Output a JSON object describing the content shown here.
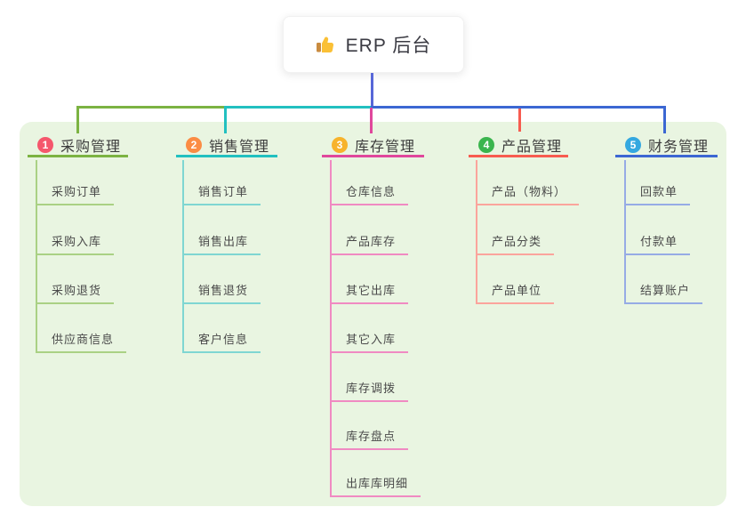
{
  "root": {
    "label": "ERP 后台",
    "icon": "thumbs-up"
  },
  "colors": {
    "canvas": "#ffffff",
    "panel": "#e9f5e1",
    "trunk": "#5767d8",
    "text": "#3c3c3c"
  },
  "branches": [
    {
      "num": "1",
      "label": "采购管理",
      "color": "#7cb342",
      "light": "#aad184",
      "badge": "#f5576c",
      "children": [
        "采购订单",
        "采购入库",
        "采购退货",
        "供应商信息"
      ]
    },
    {
      "num": "2",
      "label": "销售管理",
      "color": "#22c0c0",
      "light": "#7fd6d2",
      "badge": "#fb8c44",
      "children": [
        "销售订单",
        "销售出库",
        "销售退货",
        "客户信息"
      ]
    },
    {
      "num": "3",
      "label": "库存管理",
      "color": "#e0479c",
      "light": "#f08ac2",
      "badge": "#f7b32c",
      "children": [
        "仓库信息",
        "产品库存",
        "其它出库",
        "其它入库",
        "库存调拨",
        "库存盘点",
        "出库库明细"
      ]
    },
    {
      "num": "4",
      "label": "产品管理",
      "color": "#f75c50",
      "light": "#fba49c",
      "badge": "#3bb54e",
      "children": [
        "产品（物料）",
        "产品分类",
        "产品单位"
      ]
    },
    {
      "num": "5",
      "label": "财务管理",
      "color": "#3c67d3",
      "light": "#96abe5",
      "badge": "#34a8e0",
      "children": [
        "回款单",
        "付款单",
        "结算账户"
      ]
    }
  ]
}
